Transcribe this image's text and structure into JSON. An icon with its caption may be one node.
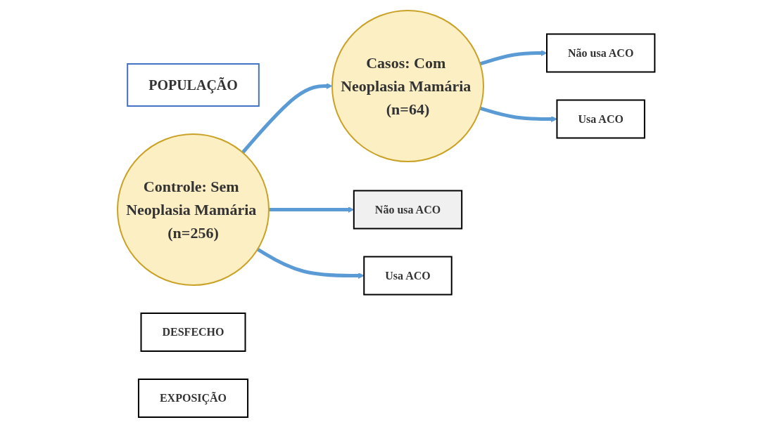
{
  "diagram": {
    "nodes": [
      {
        "text": [
          "POPULAÇÃO"
        ]
      },
      {
        "text": [
          "Controle: Sem Neoplasia Mamária (n=256)"
        ]
      },
      {
        "text": [
          "Casos: Com Neoplasia Mamária (n=64)"
        ]
      },
      {
        "text": [
          "Não usa ACO"
        ]
      },
      {
        "text": [
          "Usa ACO"
        ]
      },
      {
        "text": [
          "Não usa ACO"
        ]
      },
      {
        "text": [
          "Usa ACO"
        ]
      },
      {
        "text": [
          "DESFECHO"
        ]
      },
      {
        "text": [
          "EXPOSIÇÃO"
        ]
      }
    ],
    "edges": [
      {
        "from": 1,
        "to": 2,
        "arrow": "to"
      },
      {
        "from": 1,
        "to": 3,
        "arrow": "to"
      },
      {
        "from": 1,
        "to": 4,
        "arrow": "to"
      },
      {
        "from": 2,
        "to": 5,
        "arrow": "to"
      },
      {
        "from": 2,
        "to": 6,
        "arrow": "to"
      }
    ]
  }
}
